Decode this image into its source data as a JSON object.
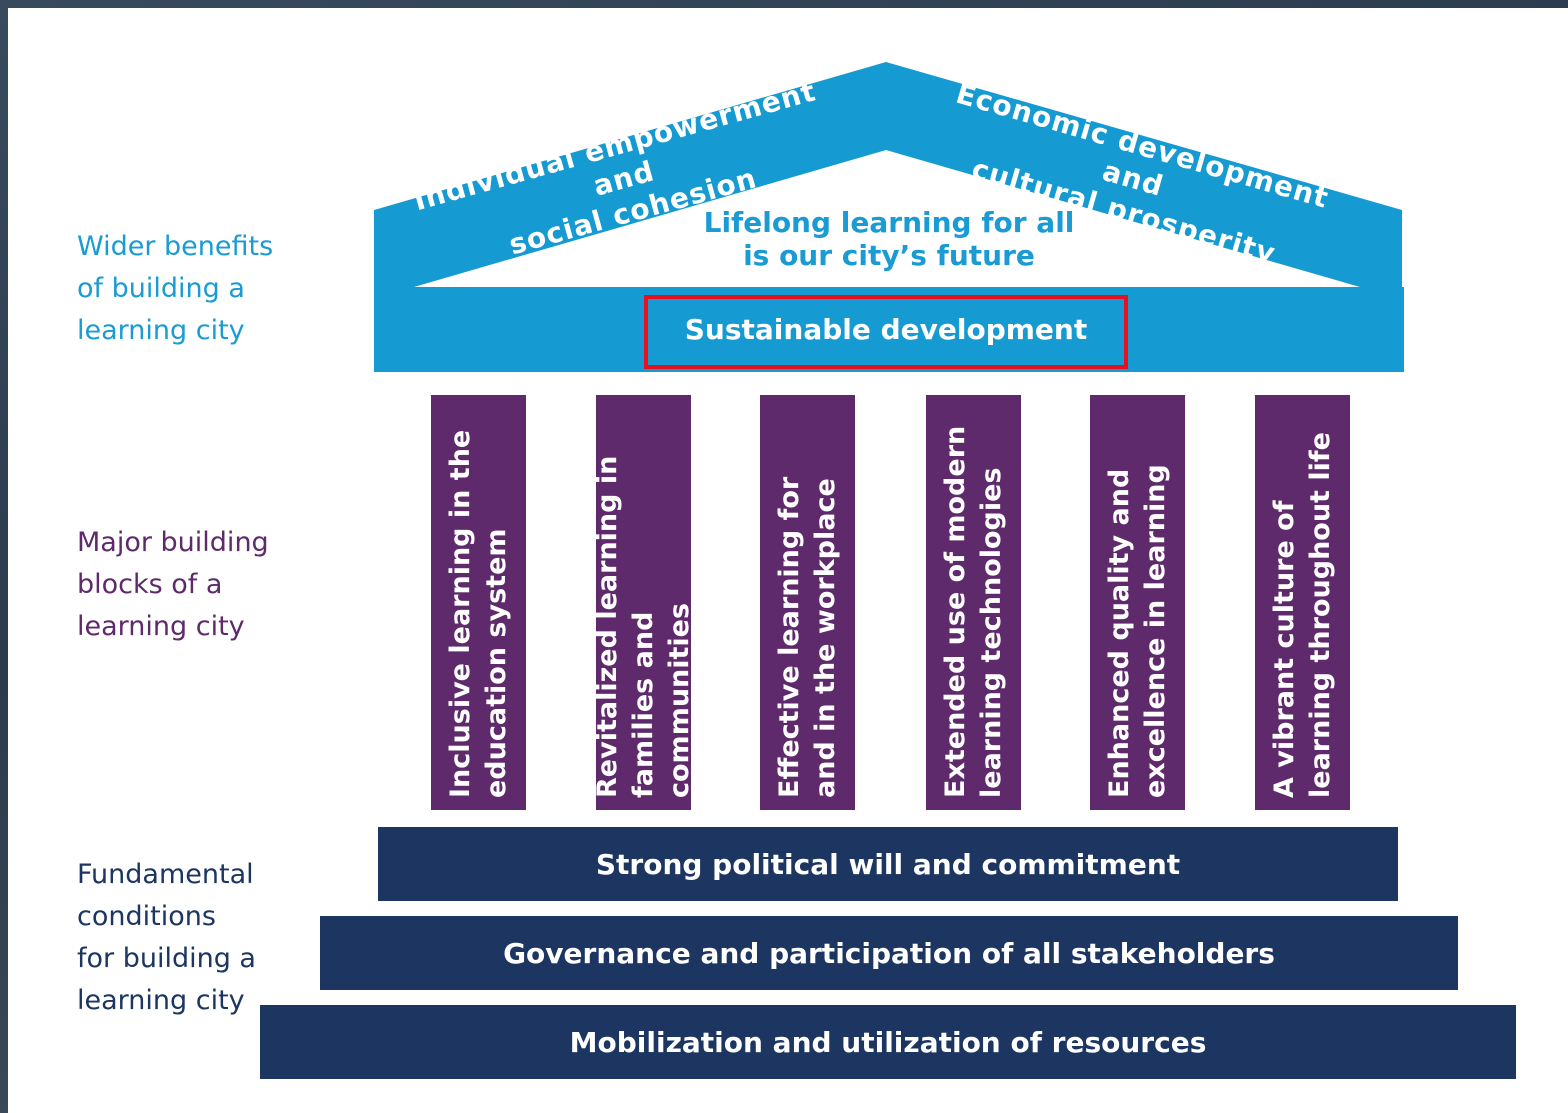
{
  "side_labels": {
    "wider": "Wider benefits\nof building a\nlearning city",
    "major": "Major building\nblocks of a\nlearning city",
    "fundamental": "Fundamental\nconditions\nfor building a\nlearning city"
  },
  "roof": {
    "left_text": "Individual empowerment and\nsocial cohesion",
    "right_text": "Economic development and\ncultural prosperity",
    "center_text": "Lifelong learning for all\nis our city’s future"
  },
  "beam_label": "Sustainable development",
  "pillars": [
    "Inclusive learning in the\neducation system",
    "Revitalized learning in\nfamilies and communities",
    "Effective learning for\nand in the workplace",
    "Extended use of modern\nlearning technologies",
    "Enhanced quality and\nexcellence in learning",
    "A vibrant culture of\nlearning throughout life"
  ],
  "steps": [
    "Strong political will and commitment",
    "Governance and participation of all stakeholders",
    "Mobilization and utilization of resources"
  ],
  "colors": {
    "roof_blue": "#159ad2",
    "pillar_purple": "#5f2a6b",
    "step_navy": "#1c3561",
    "highlight_red": "#e8101f",
    "wider_label": "#1a9bd4",
    "major_label": "#5f2a6b",
    "fundamental_label": "#1c3561"
  }
}
